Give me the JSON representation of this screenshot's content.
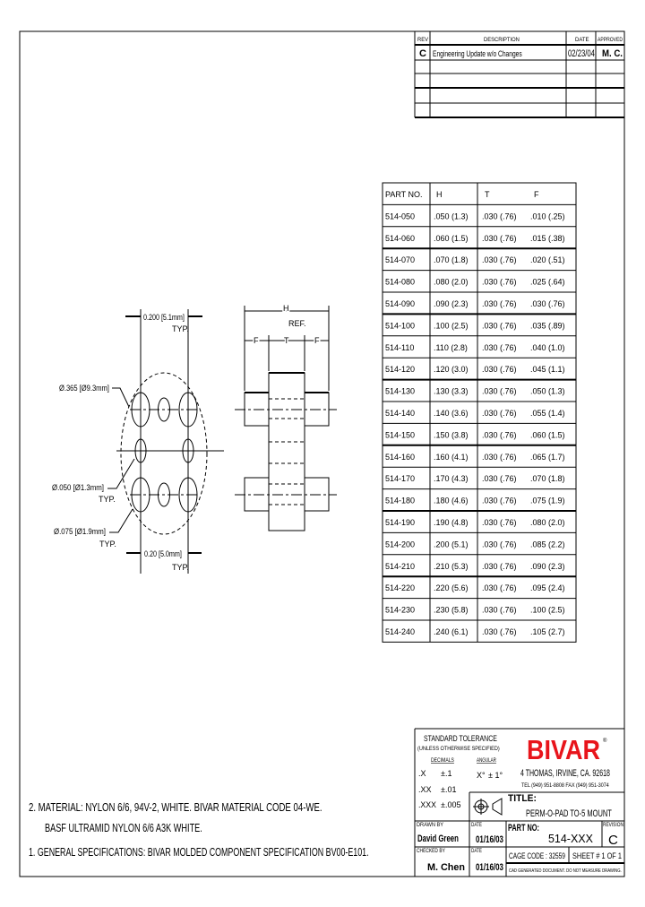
{
  "revision_block": {
    "headers": [
      "REV",
      "DESCRIPTION",
      "DATE",
      "APPROVED"
    ],
    "rows": [
      {
        "rev": "C",
        "description": "Engineering Update w/o Changes",
        "date": "02/23/04",
        "approved": "M. C."
      }
    ]
  },
  "part_table": {
    "headers": [
      "PART NO.",
      "H",
      "T",
      "F"
    ],
    "rows": [
      [
        "514-050",
        ".050 (1.3)",
        ".030 (.76)",
        ".010 (.25)"
      ],
      [
        "514-060",
        ".060 (1.5)",
        ".030 (.76)",
        ".015 (.38)"
      ],
      [
        "514-070",
        ".070 (1.8)",
        ".030 (.76)",
        ".020 (.51)"
      ],
      [
        "514-080",
        ".080 (2.0)",
        ".030 (.76)",
        ".025 (.64)"
      ],
      [
        "514-090",
        ".090 (2.3)",
        ".030 (.76)",
        ".030 (.76)"
      ],
      [
        "514-100",
        ".100 (2.5)",
        ".030 (.76)",
        ".035 (.89)"
      ],
      [
        "514-110",
        ".110 (2.8)",
        ".030 (.76)",
        ".040 (1.0)"
      ],
      [
        "514-120",
        ".120 (3.0)",
        ".030 (.76)",
        ".045 (1.1)"
      ],
      [
        "514-130",
        ".130 (3.3)",
        ".030 (.76)",
        ".050 (1.3)"
      ],
      [
        "514-140",
        ".140 (3.6)",
        ".030 (.76)",
        ".055 (1.4)"
      ],
      [
        "514-150",
        ".150 (3.8)",
        ".030 (.76)",
        ".060 (1.5)"
      ],
      [
        "514-160",
        ".160 (4.1)",
        ".030 (.76)",
        ".065 (1.7)"
      ],
      [
        "514-170",
        ".170 (4.3)",
        ".030 (.76)",
        ".070 (1.8)"
      ],
      [
        "514-180",
        ".180 (4.6)",
        ".030 (.76)",
        ".075 (1.9)"
      ],
      [
        "514-190",
        ".190 (4.8)",
        ".030 (.76)",
        ".080 (2.0)"
      ],
      [
        "514-200",
        ".200 (5.1)",
        ".030 (.76)",
        ".085 (2.2)"
      ],
      [
        "514-210",
        ".210 (5.3)",
        ".030 (.76)",
        ".090 (2.3)"
      ],
      [
        "514-220",
        ".220 (5.6)",
        ".030 (.76)",
        ".095 (2.4)"
      ],
      [
        "514-230",
        ".230 (5.8)",
        ".030 (.76)",
        ".100 (2.5)"
      ],
      [
        "514-240",
        ".240 (6.1)",
        ".030 (.76)",
        ".105 (2.7)"
      ]
    ]
  },
  "front_view": {
    "dim_top": "0.200 [5.1mm]",
    "dim_top_typ": "TYP.",
    "dim_bottom": "0.20 [5.0mm]",
    "dim_bottom_typ": "TYP.",
    "outer_dia": "Ø.365 [Ø9.3mm]",
    "small_hole_dia": "Ø.050 [Ø1.3mm]",
    "small_hole_typ": "TYP.",
    "large_hole_dia": "Ø.075 [Ø1.9mm]",
    "large_hole_typ": "TYP."
  },
  "side_view": {
    "h_label": "H",
    "ref_label": "REF.",
    "f_label": "F",
    "t_label": "T"
  },
  "notes": [
    "2.  MATERIAL: NYLON 6/6, 94V-2, WHITE. BIVAR MATERIAL CODE 04-WE.",
    "BASF ULTRAMID NYLON 6/6 A3K WHITE.",
    "1.  GENERAL SPECIFICATIONS: BIVAR MOLDED COMPONENT SPECIFICATION BV00-E101."
  ],
  "title_block": {
    "tolerance_title": "STANDARD TOLERANCE",
    "tolerance_sub": "(UNLESS OTHERWISE SPECIFIED)",
    "decimals_label": "DECIMALS",
    "angular_label": "ANGULAR",
    "decimals": [
      [
        ".X",
        "±.1"
      ],
      [
        ".XX",
        "±.01"
      ],
      [
        ".XXX",
        "±.005"
      ]
    ],
    "angular": [
      "X°",
      "± 1°"
    ],
    "logo": "BIVAR",
    "brand_color": "#e8141b",
    "address": "4 THOMAS, IRVINE, CA. 92618",
    "phone": "TEL (949) 951-8808     FAX (949) 951-3074",
    "title_label": "TITLE:",
    "title": "PERM-O-PAD TO-5 MOUNT",
    "drawn_by_label": "DRAWN BY",
    "drawn_by": "David Green",
    "drawn_date_label": "DATE",
    "drawn_date": "01/16/03",
    "part_no_label": "PART NO:",
    "part_no": "514-XXX",
    "revision_label": "REVISION",
    "revision": "C",
    "checked_by_label": "CHECKED BY",
    "checked_by": "M. Chen",
    "checked_date_label": "DATE",
    "checked_date": "01/16/03",
    "cage_code": "CAGE CODE :  32559",
    "sheet": "SHEET #  1  OF  1",
    "cad_note": "CAD GENERATED DOCUMENT.  DO NOT MEASURE DRAWING."
  }
}
